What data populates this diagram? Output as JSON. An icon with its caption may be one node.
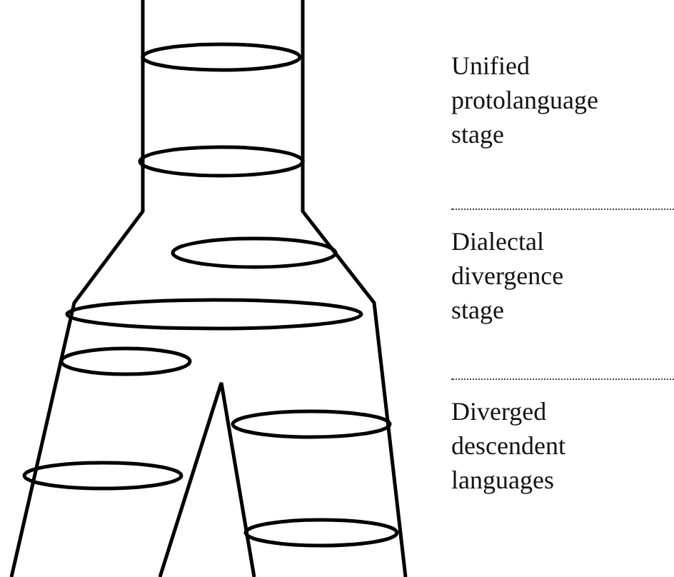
{
  "diagram": {
    "labels": [
      "Unified protolanguage stage",
      "Dialectal divergence stage",
      "Diverged descendent languages"
    ]
  }
}
